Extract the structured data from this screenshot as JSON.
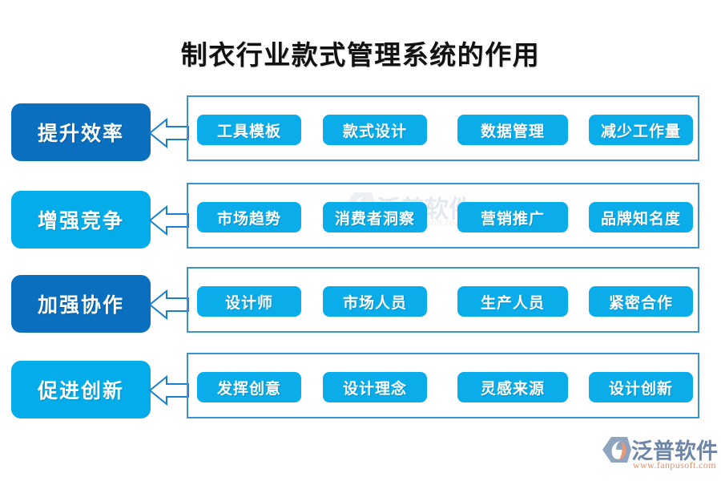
{
  "title": "制衣行业款式管理系统的作用",
  "colors": {
    "dark_blue": "#0a6fbe",
    "light_blue": "#04ace9",
    "pill_blue": "#0aace9",
    "frame_border": "#3b92d4",
    "arrow_stroke": "#1b7fd1",
    "arrow_fill": "#ffffff",
    "title_text": "#111111",
    "logo_text": "#6d86a8",
    "logo_url": "#e0936b"
  },
  "rows": [
    {
      "category": "提升效率",
      "category_style": "dark",
      "arrow_icon": "left-arrow-icon",
      "items": [
        "工具模板",
        "款式设计",
        "数据管理",
        "减少工作量"
      ]
    },
    {
      "category": "增强竞争",
      "category_style": "light",
      "arrow_icon": "left-arrow-icon",
      "items": [
        "市场趋势",
        "消费者洞察",
        "营销推广",
        "品牌知名度"
      ]
    },
    {
      "category": "加强协作",
      "category_style": "dark",
      "arrow_icon": "left-arrow-icon",
      "items": [
        "设计师",
        "市场人员",
        "生产人员",
        "紧密合作"
      ]
    },
    {
      "category": "促进创新",
      "category_style": "light",
      "arrow_icon": "left-arrow-icon",
      "items": [
        "发挥创意",
        "设计理念",
        "灵感来源",
        "设计创新"
      ]
    }
  ],
  "watermark": {
    "name": "泛普软件",
    "url": "www.fanpusoft.com",
    "mark_icon": "fanpu-logo-icon"
  },
  "brand": {
    "name": "泛普软件",
    "url": "www.fanpusoft.com",
    "mark_icon": "fanpu-logo-icon"
  }
}
